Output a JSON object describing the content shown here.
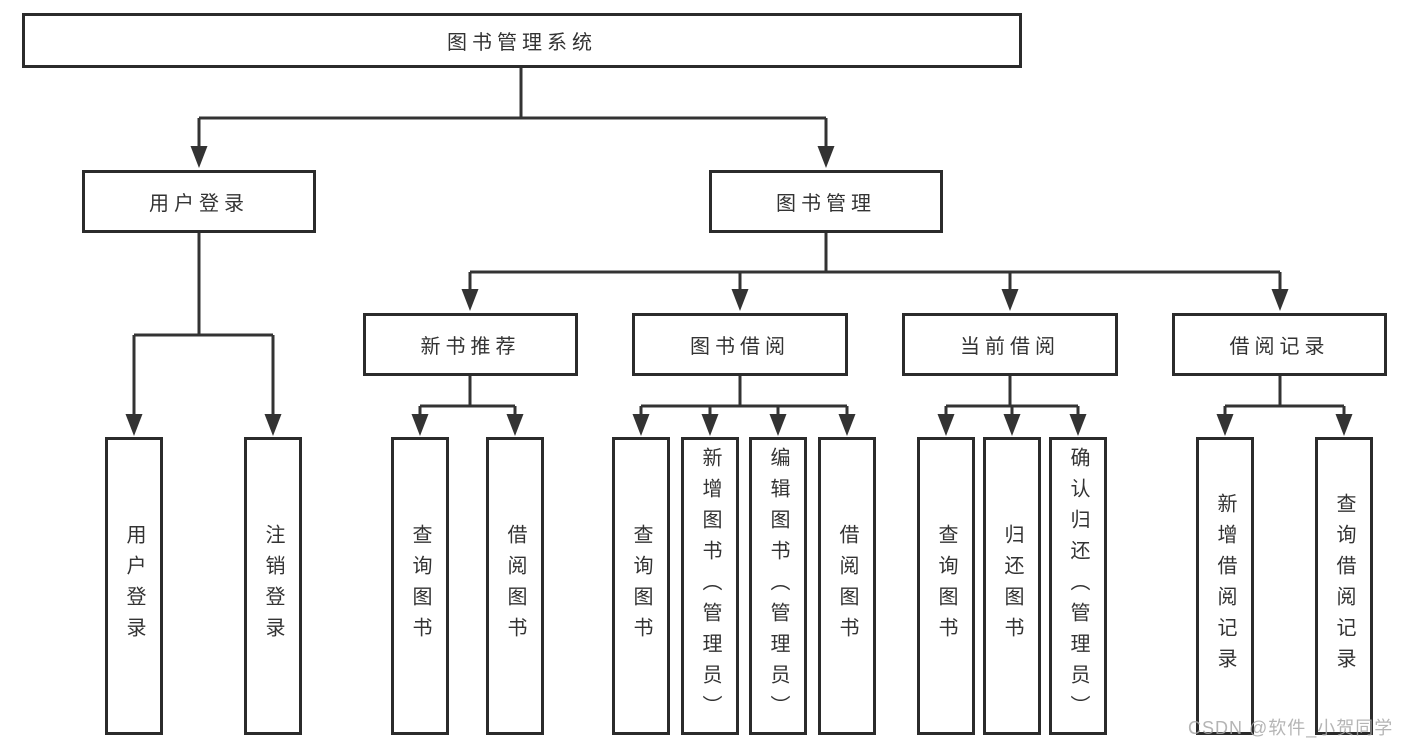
{
  "diagram": {
    "nodes": {
      "root": {
        "label": "图书管理系统"
      },
      "user_login": {
        "label": "用户登录"
      },
      "book_mgmt": {
        "label": "图书管理"
      },
      "new_book": {
        "label": "新书推荐"
      },
      "book_borrow": {
        "label": "图书借阅"
      },
      "current_borrow": {
        "label": "当前借阅"
      },
      "borrow_record": {
        "label": "借阅记录"
      },
      "leaf_user_login": {
        "label": "用户登录"
      },
      "leaf_logout": {
        "label": "注销登录"
      },
      "leaf_nb_query": {
        "label": "查询图书"
      },
      "leaf_nb_borrow": {
        "label": "借阅图书"
      },
      "leaf_bb_query": {
        "label": "查询图书"
      },
      "leaf_bb_add": {
        "label": "新增图书（管理员）"
      },
      "leaf_bb_edit": {
        "label": "编辑图书（管理员）"
      },
      "leaf_bb_borrow": {
        "label": "借阅图书"
      },
      "leaf_cb_query": {
        "label": "查询图书"
      },
      "leaf_cb_return": {
        "label": "归还图书"
      },
      "leaf_cb_confirm": {
        "label": "确认归还（管理员）"
      },
      "leaf_br_add": {
        "label": "新增借阅记录"
      },
      "leaf_br_query": {
        "label": "查询借阅记录"
      }
    }
  },
  "watermark": {
    "text": "CSDN @软件_小贺同学"
  },
  "colors": {
    "line": "#333333",
    "box_border": "#2b2b2b",
    "text": "#333333",
    "background": "#ffffff",
    "watermark": "#a8a8a8"
  }
}
